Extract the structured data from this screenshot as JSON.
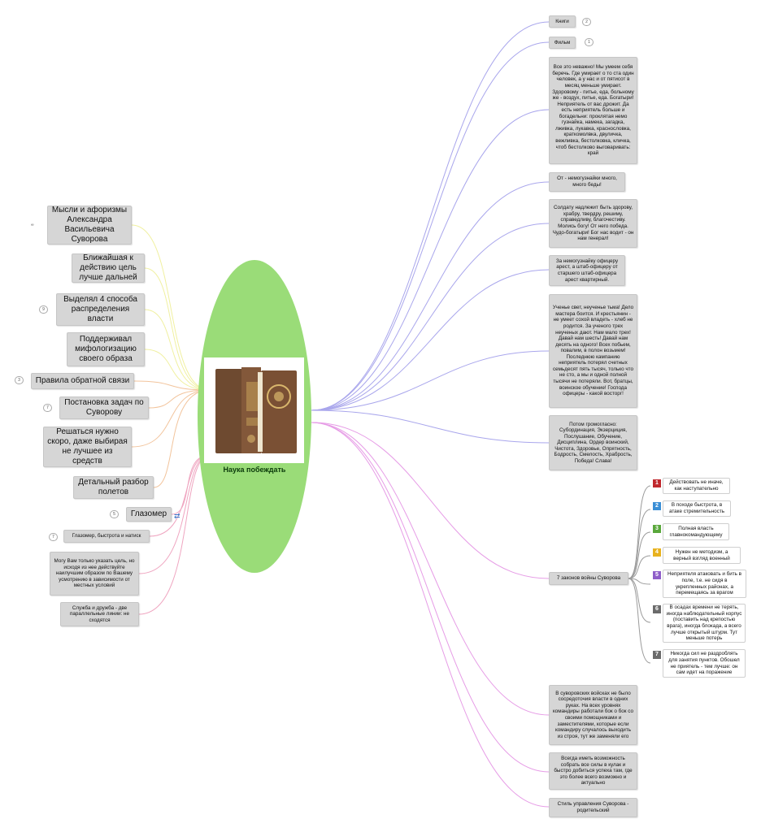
{
  "center": {
    "title": "Наука побеждать",
    "image": "book-cover-image",
    "fill_color": "#9adc78"
  },
  "left_nodes": [
    {
      "text": "Мысли и афоризмы Александра Васильевича Суворова",
      "indicator": "∞"
    },
    {
      "text": "Ближайшая к действию цель лучше дальней"
    },
    {
      "text": "Выделял 4 способа распределения власти",
      "badge": "9"
    },
    {
      "text": "Поддерживал мифологизацию своего образа"
    },
    {
      "text": "Правила обратной связи",
      "badge": "3"
    },
    {
      "text": "Постановка задач по Суворову",
      "badge": "7"
    },
    {
      "text": "Решаться нужно скоро, даже выбирая не лучшее из средств"
    },
    {
      "text": "Детальный разбор полетов"
    },
    {
      "text": "Глазомер",
      "badge": "5",
      "icon": "swap-arrows-icon"
    },
    {
      "text": "Глазомер, быстрота и натиск",
      "badge": "7"
    },
    {
      "text": "Могу Вам только указать цель, но исходя из нее действуйте наилучшим образом по Вашему усмотрению в зависимости от местных условий"
    },
    {
      "text": "Служба и дружба - две параллельные линии: не сходятся"
    }
  ],
  "right_nodes": [
    {
      "text": "Книги",
      "badge": "2"
    },
    {
      "text": "Фильм",
      "badge": "1"
    },
    {
      "text": "Все это неважно! Мы умеем себя беречь. Где умирает о то ста один человек, а у нас и от пятисот в месяц меньше умирает. Здоровому - питье, еда, больному же - воздух, питье, еда. Богатыри! Неприятель от вас дрожит. Да есть неприятель больше и богадельни: проклятая немо гузнайка, намека, загадка, лживка, лукавка, краснословка, краткомолвка, двуличка, вежливка, бестолковка, кличка, чтоб бестолково выговаривать: край"
    },
    {
      "text": "От - немогузнайки много, много беды!"
    },
    {
      "text": "Солдату надлежит быть здорову, храбру, твердру, решиму, справедливу, благочестиву. Молись богу! От него победа. Чудо-богатыри! Бог нас водит - он нам генерал!"
    },
    {
      "text": "За немогузнайку офицеру арест, а штаб-офицеру от старшего штаб-офицера арест квартирный."
    },
    {
      "text": "Ученье свет, неученье тьма! Дело мастера боится. И крестьянин - не умеет сохой владеть - хлеб не родится. За ученого трех неученых дают. Нам мало трех! Давай нам шесть! Давай нам десять на одного! Всех побьем, повалим, в полон возьмем! Последнюю кампанию неприятель потерял счетных семьдесят пять тысяч, только что не сто, а мы и одной полной тысячи не потеряли. Вот, братцы, воинское обучение! Господа офицеры - какой восторг!"
    },
    {
      "text": "Потом громогласно: Субординация, Экзерциция, Послушание, Обучение, Дисциплина, Ордер воинский, Чистота, Здоровье, Опрятность, Бодрость, Смелость, Храбрость, Победа! Слава!"
    },
    {
      "text": "7 законов войны Суворова"
    },
    {
      "text": "В суворовских войсках не было сосредоточия власти в одних руках. На всех уровнях командиры работали бок о бок со своими помощниками и заместителями, которые если командиру случалось выходить из строя, тут же заменяли его"
    },
    {
      "text": "Всегда иметь возможность собрать все силы в кулак и быстро добиться успеха там, где это более всего возможно и актуально"
    },
    {
      "text": "Стиль управления Суворова - родительский"
    }
  ],
  "laws": [
    {
      "num": "1",
      "color": "#c0282d",
      "text": "Действовать не иначе, как наступательно"
    },
    {
      "num": "2",
      "color": "#3b8fd6",
      "text": "В походе быстрота, в атаке стремительность"
    },
    {
      "num": "3",
      "color": "#5aa83c",
      "text": "Полная власть главнокомандующему"
    },
    {
      "num": "4",
      "color": "#e8b21e",
      "text": "Нужен не методизм, а верный взгляд военный"
    },
    {
      "num": "5",
      "color": "#8f5ec9",
      "text": "Неприятеля атаковать и бить в поле, т.е. не сидя в укрепленных районах, а перемещаясь за врагом"
    },
    {
      "num": "6",
      "color": "#6b6b6b",
      "text": "В осадах времени не терять, иногда наблюдательный корпус (поставить над крепостью врага), иногда блокада, а всего лучше открытый штурм. Тут меньше потерь"
    },
    {
      "num": "7",
      "color": "#6b6b6b",
      "text": "Никогда сил не раздроблять для занятия пунктов. Обошел не приятель - тем лучше: он сам идет на поражение"
    }
  ],
  "colors": {
    "upper_links": "#a9a6ec",
    "lower_links": "#e69ce6",
    "left_upper_links": "#f0f0a0",
    "left_lower_links": "#f2c49c",
    "left_bottom_links": "#efa5c0",
    "node_fill": "#d6d6d6"
  }
}
